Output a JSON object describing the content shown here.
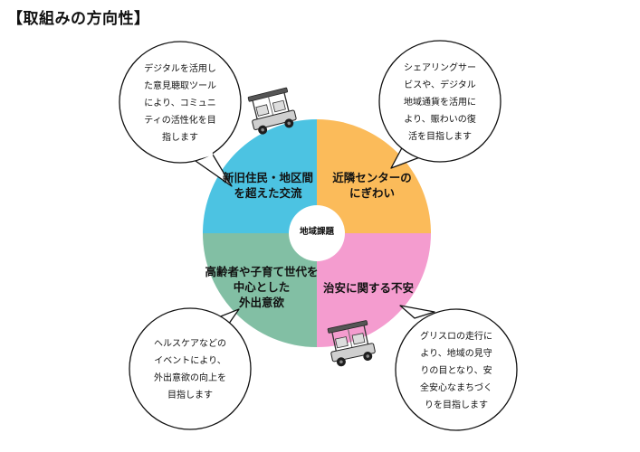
{
  "title": "【取組みの方向性】",
  "center": {
    "label": "地域課題"
  },
  "quadrants": {
    "top_left": {
      "lines": [
        "新旧住民・地区間",
        "を超えた交流"
      ],
      "color": "#4cc3e2"
    },
    "top_right": {
      "lines": [
        "近隣センターの",
        "にぎわい"
      ],
      "color": "#fbbb5a"
    },
    "bottom_left": {
      "lines": [
        "高齢者や子育て世代を",
        "中心とした",
        "外出意欲"
      ],
      "color": "#82bfa4"
    },
    "bottom_right": {
      "lines": [
        "治安に関する不安"
      ],
      "color": "#f49ccf"
    }
  },
  "bubbles": {
    "top_left": {
      "lines": [
        "デジタルを活用し",
        "た意見聴取ツール",
        "により、コミュニ",
        "ティの活性化を目",
        "指します"
      ]
    },
    "top_right": {
      "lines": [
        "シェアリングサー",
        "ビスや、デジタル",
        "地域通貨を活用に",
        "より、賑わいの復",
        "活を目指します"
      ]
    },
    "bottom_left": {
      "lines": [
        "ヘルスケアなどの",
        "イベントにより、",
        "外出意欲の向上を",
        "目指します"
      ]
    },
    "bottom_right": {
      "lines": [
        "グリスロの走行に",
        "より、地域の見守",
        "りの目となり、安",
        "全安心なまちづく",
        "りを目指します"
      ]
    }
  },
  "icons": [
    "golf-cart-icon",
    "golf-cart-icon"
  ]
}
